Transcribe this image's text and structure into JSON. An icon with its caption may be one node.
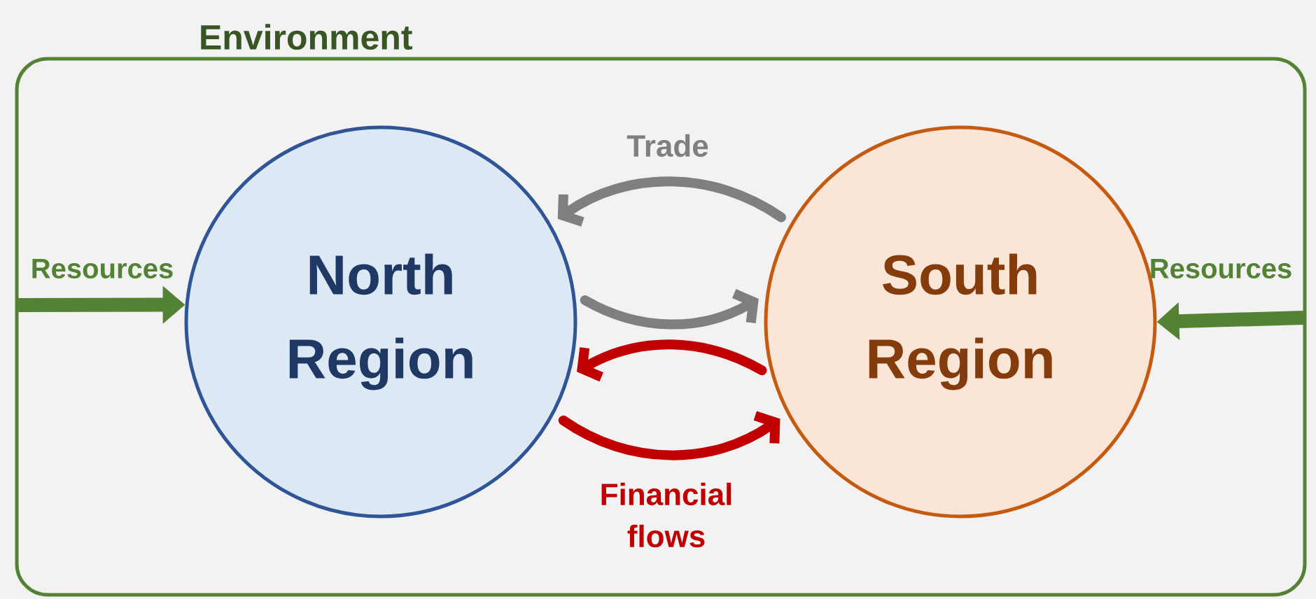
{
  "diagram": {
    "nodes": [
      {
        "text": [
          "Environment"
        ]
      },
      {
        "text": [
          "North Region"
        ],
        "in": 0
      },
      {
        "text": [
          "South Region"
        ],
        "in": 0
      }
    ],
    "edges": [
      {
        "from": 2,
        "to": 1,
        "arrow": "to",
        "label": "Trade",
        "color": "#7f7f7f"
      },
      {
        "from": 1,
        "to": 2,
        "arrow": "to",
        "color": "#7f7f7f"
      },
      {
        "from": 2,
        "to": 1,
        "arrow": "to",
        "color": "#c00000"
      },
      {
        "from": 1,
        "to": 2,
        "arrow": "to",
        "label": "Financial flows",
        "color": "#c00000"
      },
      {
        "from": null,
        "to": 1,
        "arrow": "to",
        "label": "Resources",
        "color": "#548235"
      },
      {
        "from": null,
        "to": 2,
        "arrow": "to",
        "label": "Resources",
        "color": "#548235"
      }
    ]
  }
}
